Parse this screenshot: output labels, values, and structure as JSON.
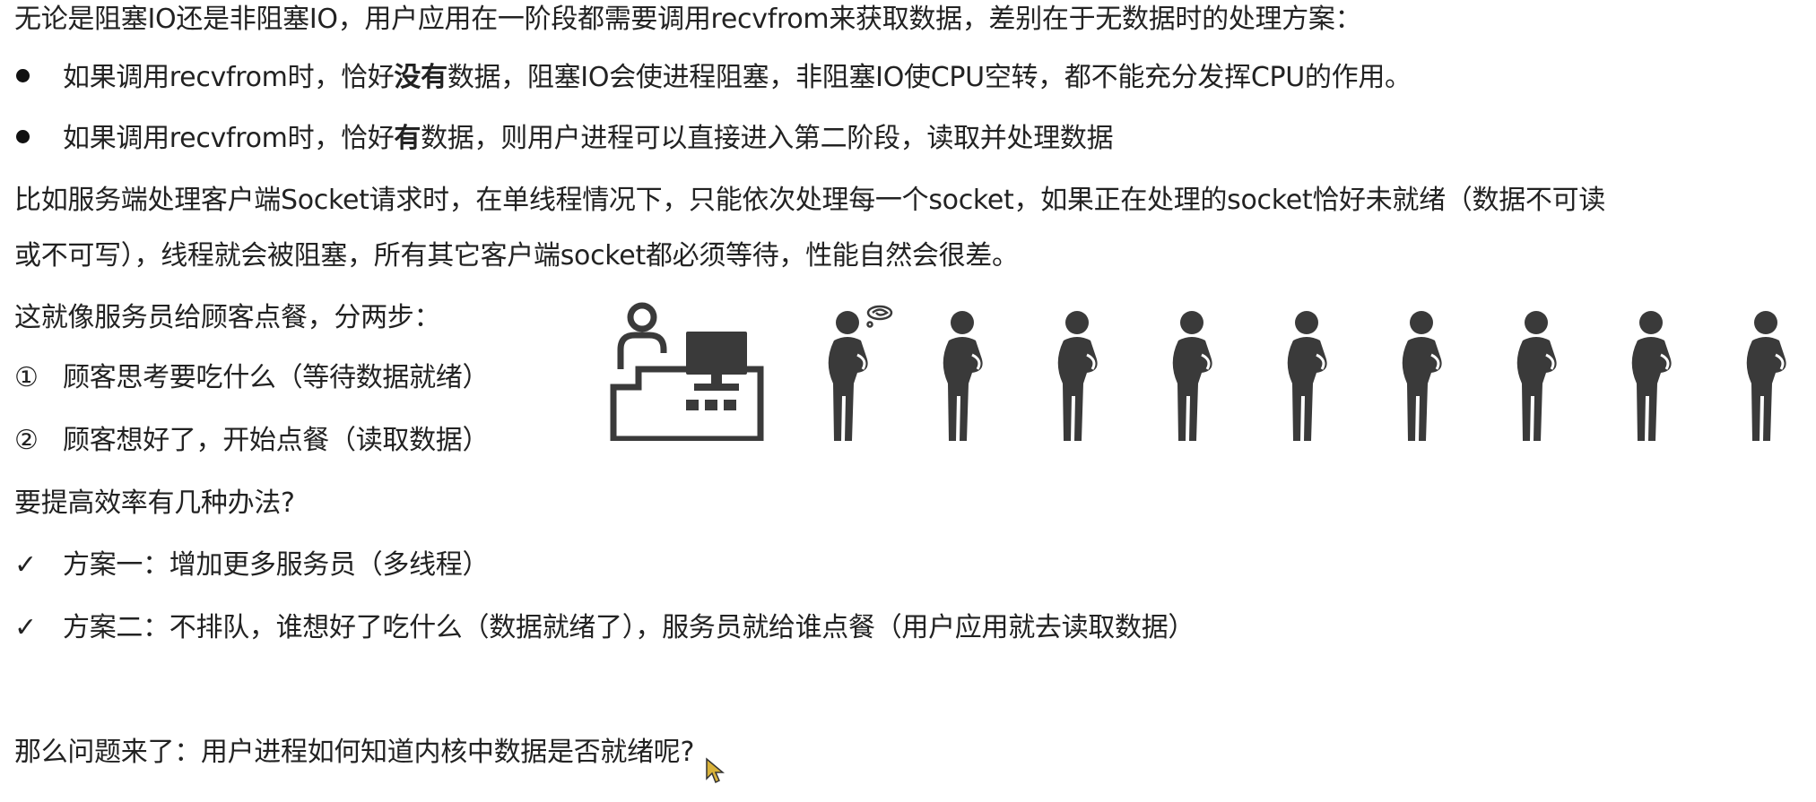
{
  "intro": "无论是阻塞IO还是非阻塞IO，用户应用在一阶段都需要调用recvfrom来获取数据，差别在于无数据时的处理方案：",
  "bullet1": {
    "pre": "如果调用recvfrom时，恰好",
    "bold": "没有",
    "post": "数据，阻塞IO会使进程阻塞，非阻塞IO使CPU空转，都不能充分发挥CPU的作用。"
  },
  "bullet2": {
    "pre": "如果调用recvfrom时，恰好",
    "bold": "有",
    "post": "数据，则用户进程可以直接进入第二阶段，读取并处理数据"
  },
  "example_line1": "比如服务端处理客户端Socket请求时，在单线程情况下，只能依次处理每一个socket，如果正在处理的socket恰好未就绪（数据不可读",
  "example_line2": "或不可写），线程就会被阻塞，所有其它客户端socket都必须等待，性能自然会很差。",
  "analogy": "这就像服务员给顾客点餐，分两步：",
  "steps": [
    {
      "mark": "①",
      "text": "顾客思考要吃什么（等待数据就绪）"
    },
    {
      "mark": "②",
      "text": "顾客想好了，开始点餐（读取数据）"
    }
  ],
  "question1": "要提高效率有几种办法?",
  "solutions": [
    {
      "mark": "✓",
      "text": "方案一：增加更多服务员（多线程）"
    },
    {
      "mark": "✓",
      "text": "方案二：不排队，谁想好了吃什么（数据就绪了），服务员就给谁点餐（用户应用就去读取数据）"
    }
  ],
  "question2": "那么问题来了：用户进程如何知道内核中数据是否就绪呢?",
  "colors": {
    "text": "#222222",
    "icon": "#3a3a3a"
  },
  "icons": [
    "cashier-counter-icon",
    "thinking-customer-icon",
    "cursor-icon"
  ]
}
